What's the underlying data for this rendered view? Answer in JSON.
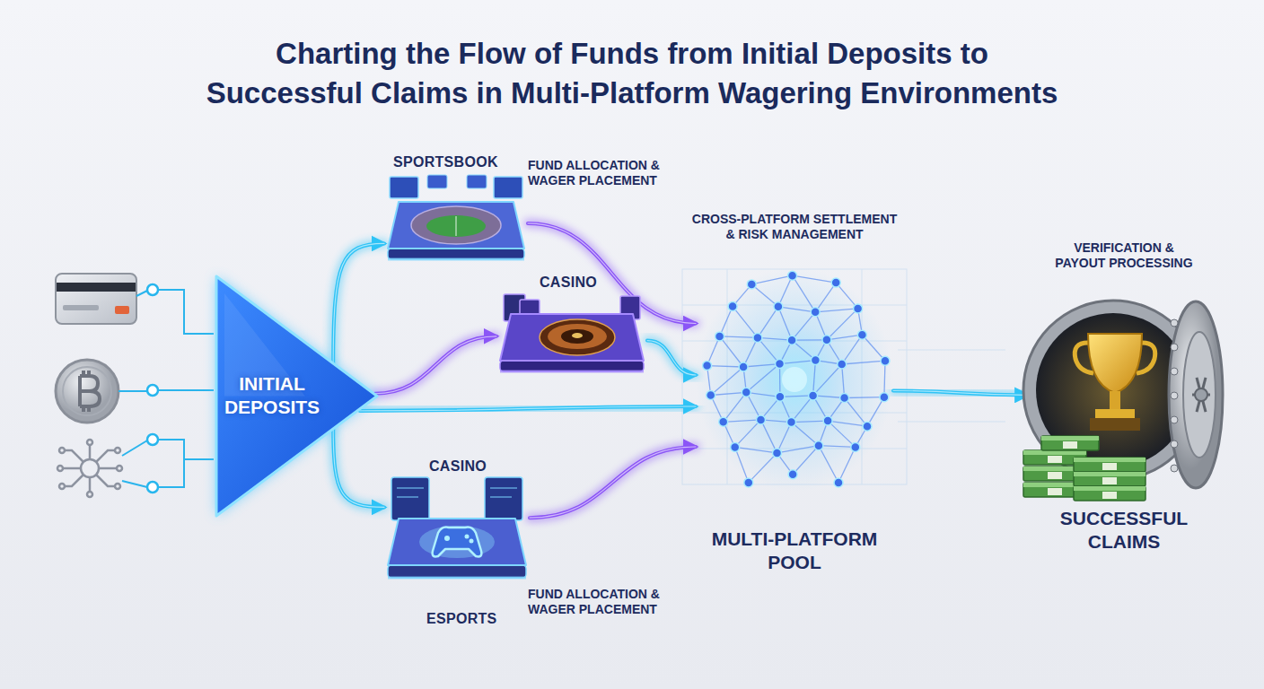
{
  "diagram": {
    "title": "Charting the Flow of Funds from Initial Deposits to Successful Claims in Multi-Platform Wagering Environments",
    "nodes": [
      {
        "text": [
          "INITIAL DEPOSITS"
        ]
      },
      {
        "text": [
          "SPORTSBOOK"
        ]
      },
      {
        "text": [
          "CASINO"
        ]
      },
      {
        "text": [
          "CASINO",
          "ESPORTS"
        ]
      },
      {
        "text": [
          "CROSS-PLATFORM SETTLEMENT & RISK MANAGEMENT",
          "MULTI-PLATFORM POOL"
        ]
      },
      {
        "text": [
          "VERIFICATION & PAYOUT PROCESSING",
          "SUCCESSFUL CLAIMS"
        ]
      }
    ],
    "edges": [
      {
        "from": 0,
        "to": 1,
        "arrow": "to"
      },
      {
        "from": 0,
        "to": 2,
        "arrow": "to"
      },
      {
        "from": 0,
        "to": 3,
        "arrow": "to"
      },
      {
        "from": 0,
        "to": 4,
        "arrow": "to"
      },
      {
        "from": 1,
        "to": 4,
        "arrow": "to"
      },
      {
        "from": 2,
        "to": 4,
        "arrow": "to"
      },
      {
        "from": 3,
        "to": 4,
        "arrow": "to"
      },
      {
        "from": 4,
        "to": 5,
        "arrow": "to"
      }
    ],
    "labels": [
      "FUND ALLOCATION & WAGER PLACEMENT",
      "FUND ALLOCATION & WAGER PLACEMENT"
    ]
  }
}
